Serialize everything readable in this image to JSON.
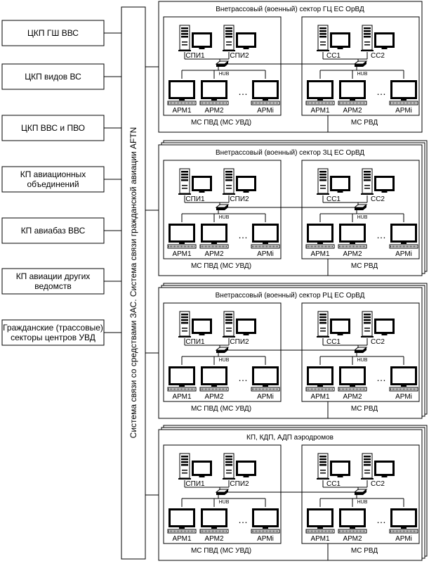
{
  "left_boxes": [
    "ЦКП ГШ ВВС",
    "ЦКП видов ВС",
    "ЦКП  ВВС и ПВО",
    [
      "КП авиационных",
      "объединений"
    ],
    "КП авиабаз ВВС",
    [
      "КП авиации других",
      "ведомств"
    ],
    [
      "Гражданские (трассовые)",
      "секторы центров УВД"
    ]
  ],
  "vertical_bus_label": "Система связи со средствами ЗАС. Система связи гражданской авиации AFTN",
  "sectors": [
    {
      "title": "Внетрассовый (военный) сектор ГЦ ЕС ОрВД"
    },
    {
      "title": "Внетрассовый (военный) сектор ЗЦ ЕС ОрВД"
    },
    {
      "title": "Внетрассовый (военный) сектор РЦ ЕС ОрВД"
    },
    {
      "title": "КП, КДП, АДП аэродромов"
    }
  ],
  "ms_pvd": {
    "label": "МС ПВД (МС УВД)",
    "servers": [
      "СПИ1",
      "СПИ2"
    ],
    "arms": [
      "АРМ1",
      "АРМ2",
      "АРМi"
    ]
  },
  "ms_rvd": {
    "label": "МС РВД",
    "servers": [
      "СС1",
      "СС2"
    ],
    "arms": [
      "АРМ1",
      "АРМ2",
      "АРМi"
    ]
  },
  "hub_label": "HUB",
  "ellipsis": "…"
}
